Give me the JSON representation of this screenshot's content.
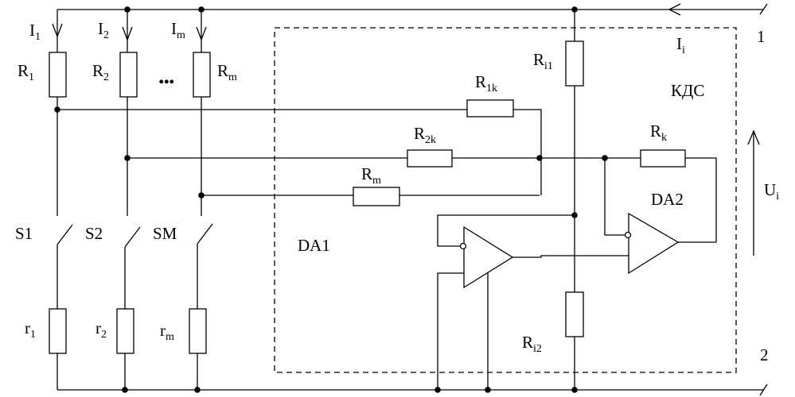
{
  "labels": {
    "current": [
      {
        "main": "I",
        "sub": "1"
      },
      {
        "main": "I",
        "sub": "2"
      },
      {
        "main": "I",
        "sub": "m"
      },
      {
        "main": "I",
        "sub": "i"
      }
    ],
    "resistors_top": [
      {
        "main": "R",
        "sub": "1"
      },
      {
        "main": "R",
        "sub": "2"
      },
      {
        "main": "R",
        "sub": "m"
      }
    ],
    "ellipsis": "...",
    "feedback_resistors": [
      {
        "main": "R",
        "sub": "1k"
      },
      {
        "main": "R",
        "sub": "2k"
      },
      {
        "main": "R",
        "sub": "m"
      }
    ],
    "rk": {
      "main": "R",
      "sub": "k"
    },
    "ri1": {
      "main": "R",
      "sub": "i1"
    },
    "ri2": {
      "main": "R",
      "sub": "i2"
    },
    "block": "КДС",
    "da1": "DA1",
    "da2": "DA2",
    "ui": {
      "main": "U",
      "sub": "i"
    },
    "terminal_1": "1",
    "terminal_2": "2",
    "switches": [
      "S1",
      "S2",
      "SM"
    ],
    "resistors_bottom": [
      {
        "main": "r",
        "sub": "1"
      },
      {
        "main": "r",
        "sub": "2"
      },
      {
        "main": "r",
        "sub": "m"
      }
    ]
  }
}
